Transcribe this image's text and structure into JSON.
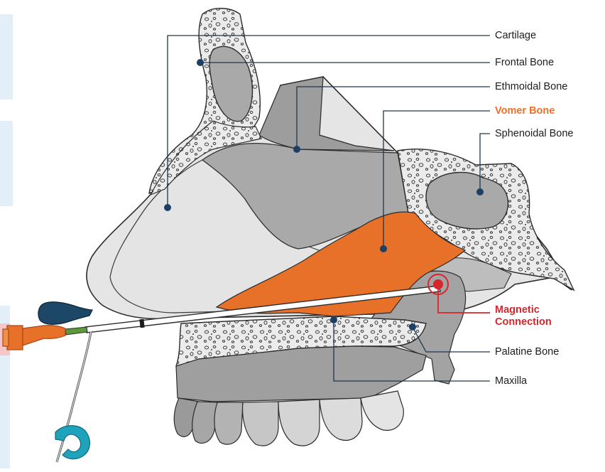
{
  "labels": {
    "cartilage": "Cartilage",
    "frontal": "Frontal Bone",
    "ethmoidal": "Ethmoidal Bone",
    "vomer": "Vomer Bone",
    "sphenoidal": "Sphenoidal Bone",
    "magnetic_line1": "Magnetic",
    "magnetic_line2": "Connection",
    "palatine": "Palatine Bone",
    "maxilla": "Maxilla"
  },
  "colors": {
    "vomer_highlight": "#e8712a",
    "magnetic_marker": "#d7262b",
    "leader_line": "#21364a",
    "marker_dot": "#1d3f66",
    "bone_light": "#dcdcdc",
    "bone_mid": "#a9a9a9",
    "bone_dark": "#8c8c8c",
    "catheter_hub": "#e8712a",
    "clip": "#1fa3bd",
    "background_strip_blue": "#e2eef8",
    "background_strip_pink": "#f7c7c7"
  },
  "icons": [
    "magnetic-target-icon",
    "catheter-hub-icon",
    "nasal-dilator-icon",
    "catheter-clip-icon"
  ]
}
